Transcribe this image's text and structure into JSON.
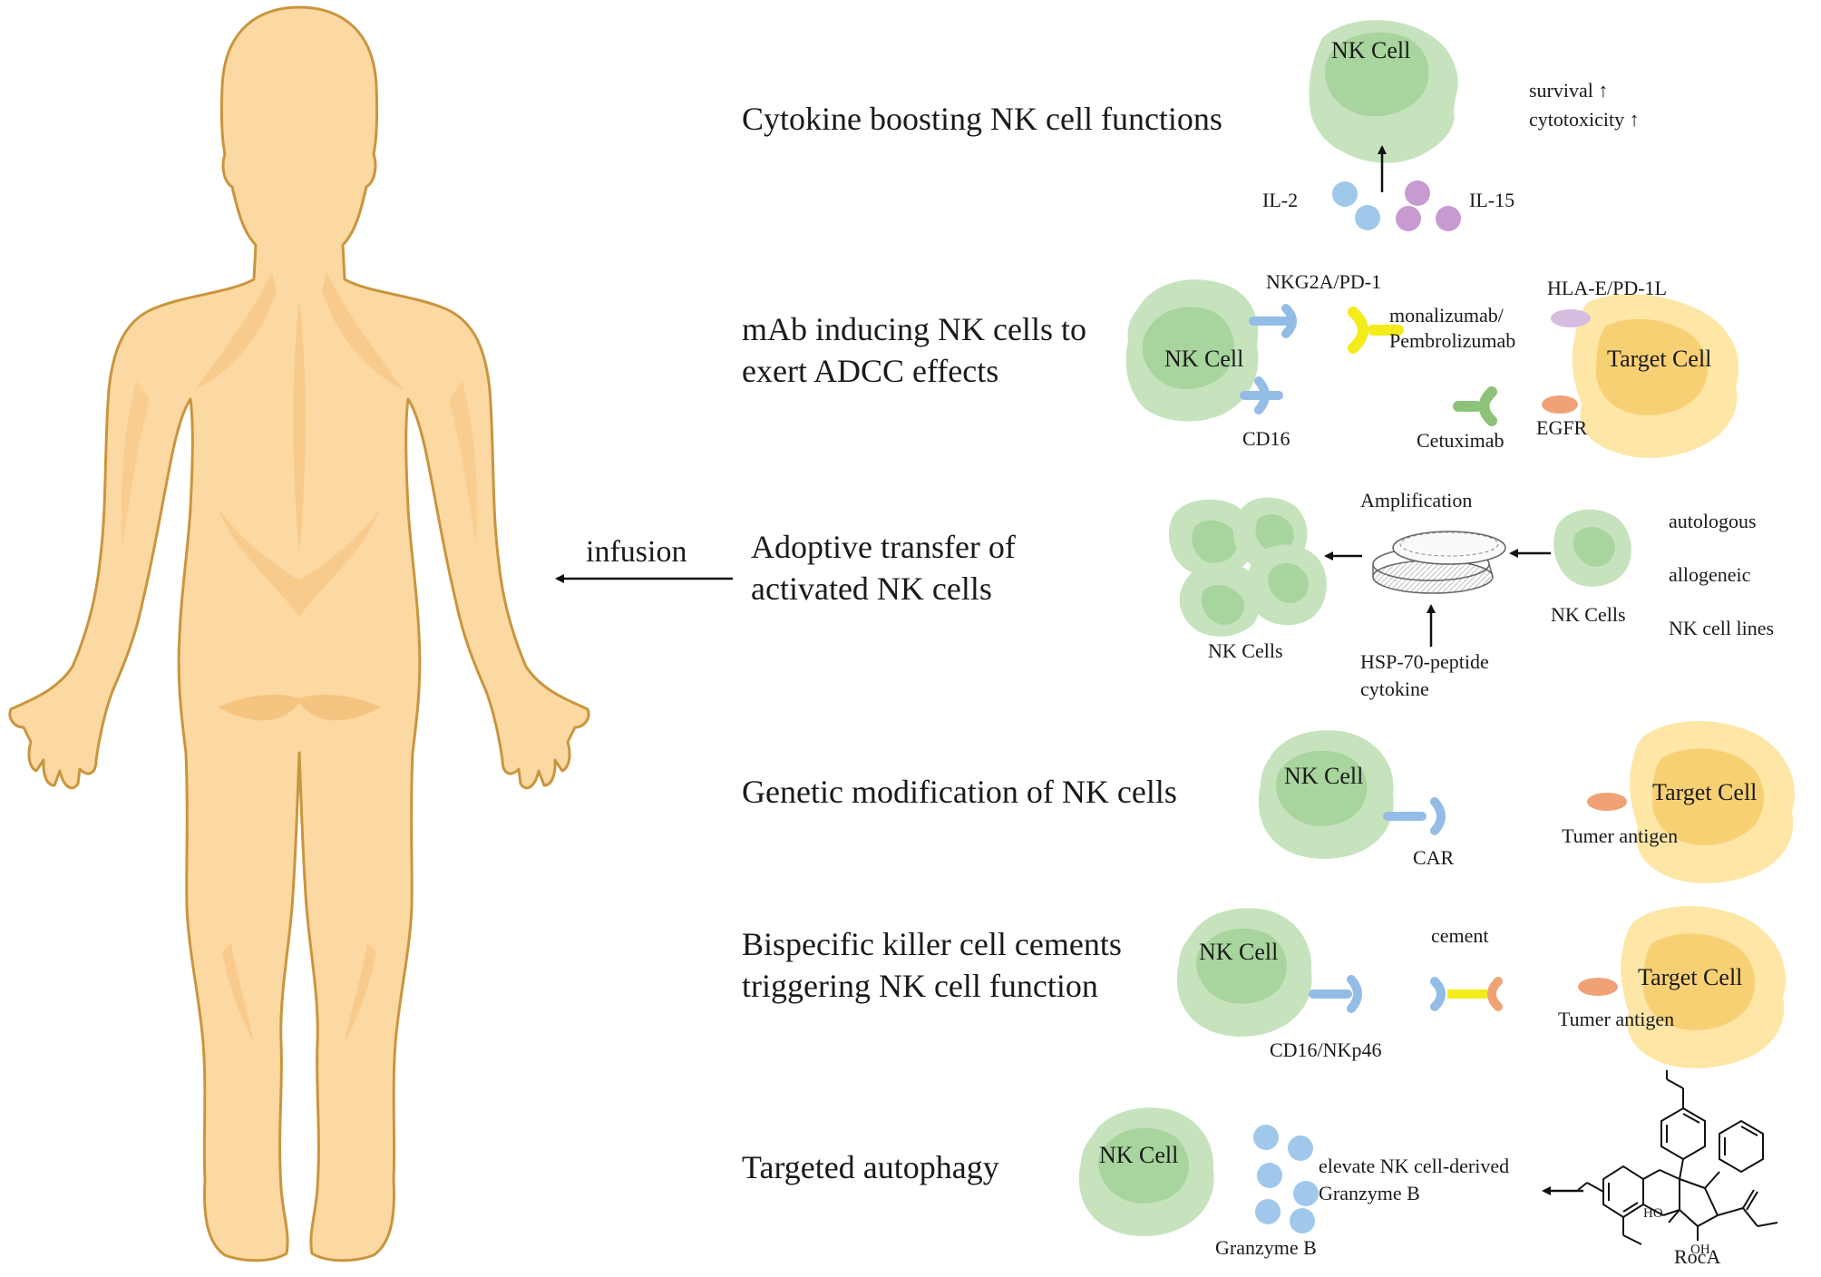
{
  "sections": {
    "cytokine": {
      "title": "Cytokine boosting NK cell functions",
      "cell": "NK Cell",
      "effect_lines": [
        "survival ↑",
        "cytotoxicity ↑"
      ],
      "left_cytokine": "IL-2",
      "right_cytokine": "IL-15"
    },
    "mab": {
      "title_lines": [
        "mAb inducing NK cells to",
        "exert ADCC effects"
      ],
      "nk_cell": "NK Cell",
      "target_cell": "Target Cell",
      "receptor_top": "NKG2A/PD-1",
      "receptor_bottom": "CD16",
      "antibody_top_lines": [
        "monalizumab/",
        "Pembrolizumab"
      ],
      "antibody_bottom": "Cetuximab",
      "ligand_top": "HLA-E/PD-1L",
      "ligand_bottom": "EGFR"
    },
    "adoptive": {
      "title_lines": [
        "Adoptive transfer of",
        "activated NK cells"
      ],
      "infusion": "infusion",
      "amplification": "Amplification",
      "expanded_label": "NK Cells",
      "source_label": "NK Cells",
      "stimulus_lines": [
        "HSP-70-peptide",
        "cytokine"
      ],
      "sources": [
        "autologous",
        "allogeneic",
        "NK cell lines"
      ]
    },
    "genetic": {
      "title": "Genetic modification of NK cells",
      "nk_cell": "NK Cell",
      "target_cell": "Target Cell",
      "receptor": "CAR",
      "antigen": "Tumer antigen"
    },
    "bispecific": {
      "title_lines": [
        "Bispecific killer cell cements",
        "triggering NK cell function"
      ],
      "nk_cell": "NK Cell",
      "target_cell": "Target Cell",
      "receptor": "CD16/NKp46",
      "cement": "cement",
      "antigen": "Tumer antigen"
    },
    "autophagy": {
      "title": "Targeted autophagy",
      "nk_cell": "NK Cell",
      "granzyme": "Granzyme B",
      "effect_lines": [
        "elevate NK cell-derived",
        "Granzyme B"
      ],
      "drug": "RocA",
      "atom_labels": [
        "HO",
        "OH"
      ]
    }
  },
  "colors": {
    "nk_outer": "#c6e3bd",
    "nk_inner": "#a8d49d",
    "target_outer": "#fde6a6",
    "target_inner": "#f8d074",
    "body_fill": "#fcd9a3",
    "body_stroke": "#c9953d",
    "il2": "#9fc8ea",
    "il15": "#c79bd1",
    "receptor_blue": "#93bde6",
    "antibody_yellow": "#f3eb1a",
    "antibody_green": "#8cc27a",
    "ligand_orange": "#f0a276",
    "ligand_purple": "#d6bde0",
    "granzyme": "#9fc8ea"
  },
  "icons": [
    "human-body-icon",
    "nk-cell-icon",
    "target-cell-icon",
    "petri-dish-icon",
    "receptor-icon",
    "antibody-icon",
    "cytokine-icon",
    "roca-molecule-icon"
  ]
}
